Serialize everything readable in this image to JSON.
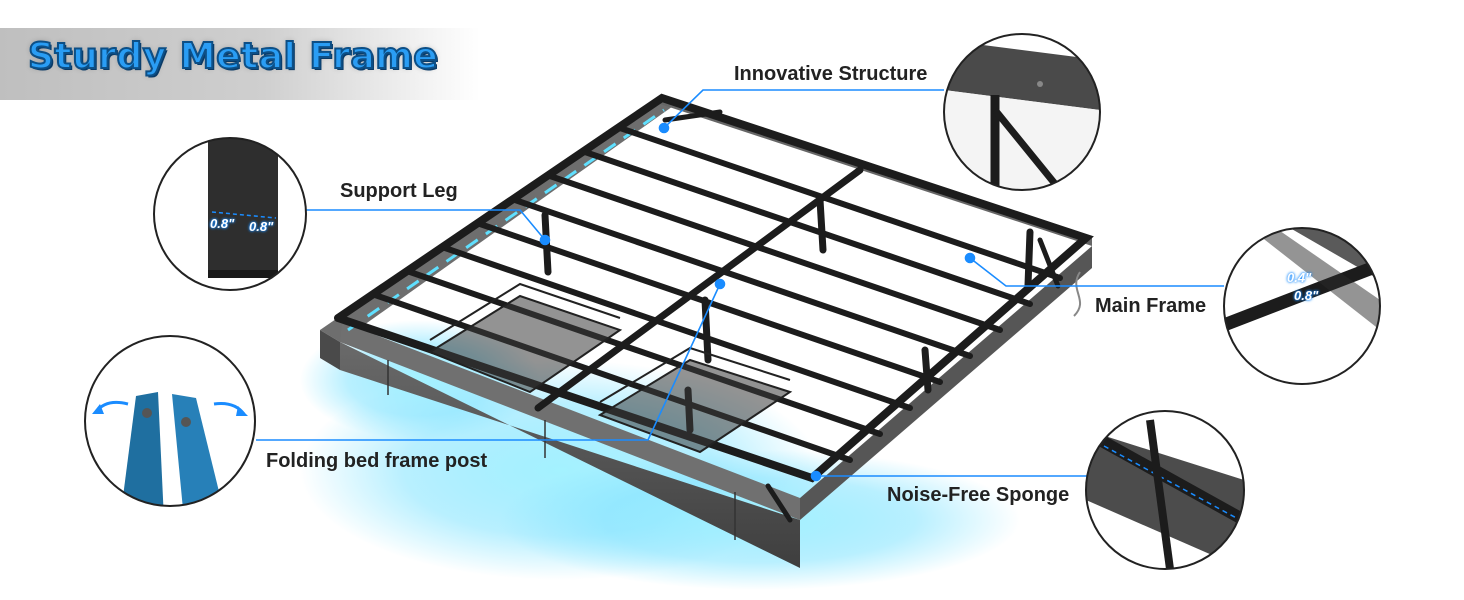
{
  "banner": {
    "title": "Sturdy Metal Frame"
  },
  "callouts": {
    "innovative_structure": "Innovative Structure",
    "support_leg": "Support Leg",
    "main_frame": "Main Frame",
    "folding_post": "Folding bed frame post",
    "noise_free_sponge": "Noise-Free Sponge"
  },
  "dimensions": {
    "leg_width": "0.8\"",
    "leg_depth": "0.8\"",
    "tube_height": "0.4\"",
    "tube_width": "0.8\""
  },
  "colors": {
    "banner_text": "#2a9df4",
    "led_glow": "#7fe3ff",
    "frame_metal": "#1c1c1c",
    "upholstery": "#5a5a5a",
    "leader_line": "#1a8cff"
  }
}
